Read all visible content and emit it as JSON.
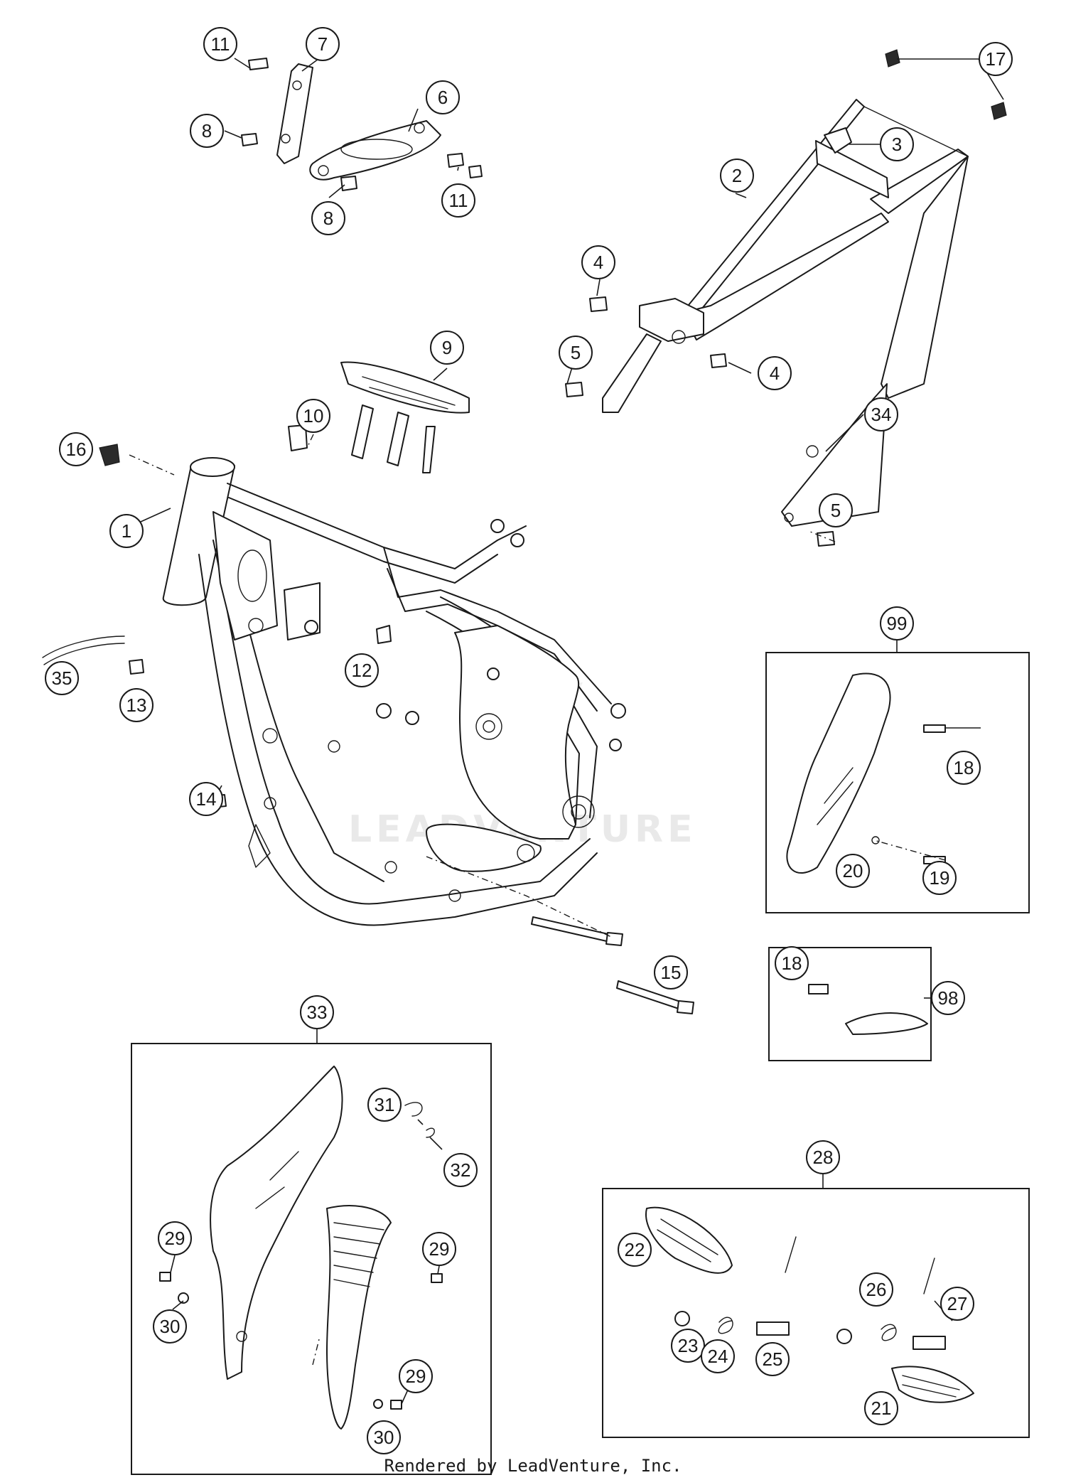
{
  "footer": "Rendered by LeadVenture, Inc.",
  "watermark": "LEADVENTURE",
  "callouts": [
    {
      "n": "11"
    },
    {
      "n": "7"
    },
    {
      "n": "6"
    },
    {
      "n": "8"
    },
    {
      "n": "8"
    },
    {
      "n": "11"
    },
    {
      "n": "17"
    },
    {
      "n": "3"
    },
    {
      "n": "2"
    },
    {
      "n": "4"
    },
    {
      "n": "5"
    },
    {
      "n": "4"
    },
    {
      "n": "9"
    },
    {
      "n": "10"
    },
    {
      "n": "16"
    },
    {
      "n": "1"
    },
    {
      "n": "34"
    },
    {
      "n": "5"
    },
    {
      "n": "35"
    },
    {
      "n": "13"
    },
    {
      "n": "12"
    },
    {
      "n": "99"
    },
    {
      "n": "18"
    },
    {
      "n": "14"
    },
    {
      "n": "20"
    },
    {
      "n": "19"
    },
    {
      "n": "15"
    },
    {
      "n": "18"
    },
    {
      "n": "98"
    },
    {
      "n": "33"
    },
    {
      "n": "31"
    },
    {
      "n": "32"
    },
    {
      "n": "28"
    },
    {
      "n": "29"
    },
    {
      "n": "29"
    },
    {
      "n": "22"
    },
    {
      "n": "30"
    },
    {
      "n": "26"
    },
    {
      "n": "27"
    },
    {
      "n": "23"
    },
    {
      "n": "24"
    },
    {
      "n": "25"
    },
    {
      "n": "29"
    },
    {
      "n": "30"
    },
    {
      "n": "21"
    }
  ]
}
